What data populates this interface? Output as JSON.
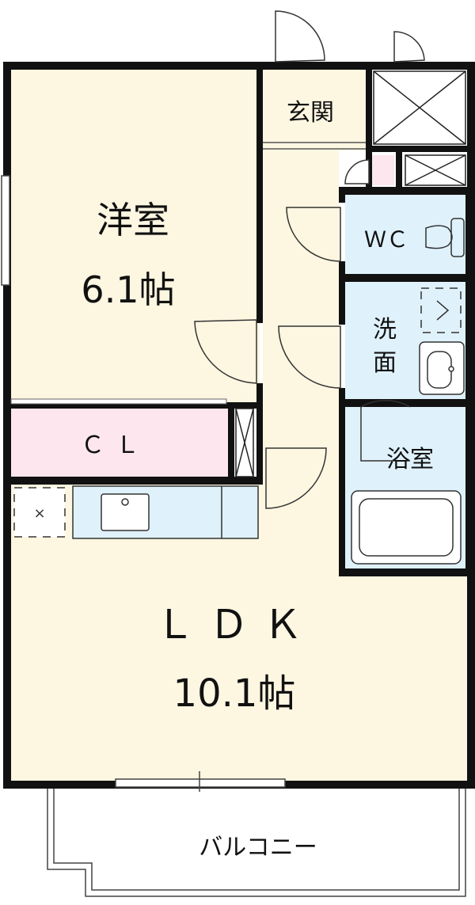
{
  "floorplan": {
    "colors": {
      "wall": "#111111",
      "living_floor": "#fdf6e1",
      "wet_area": "#dff1fb",
      "closet": "#fde6ee",
      "balcony": "#ffffff"
    },
    "rooms": {
      "western": {
        "name": "洋室",
        "size": "6.1帖"
      },
      "closet": {
        "name": "ＣＬ"
      },
      "entrance": {
        "name": "玄関"
      },
      "toilet": {
        "name": "ＷＣ"
      },
      "washroom": {
        "line1": "洗",
        "line2": "面"
      },
      "bath": {
        "name": "浴室"
      },
      "ldk": {
        "name": "ＬＤＫ",
        "size": "10.1帖"
      },
      "balcony": {
        "name": "バルコニー"
      }
    },
    "icons": [
      "door-swing-icon",
      "toilet-icon",
      "sink-icon",
      "bathtub-icon",
      "kitchen-sink-icon",
      "cross-box-icon",
      "ventilation-icon"
    ]
  }
}
